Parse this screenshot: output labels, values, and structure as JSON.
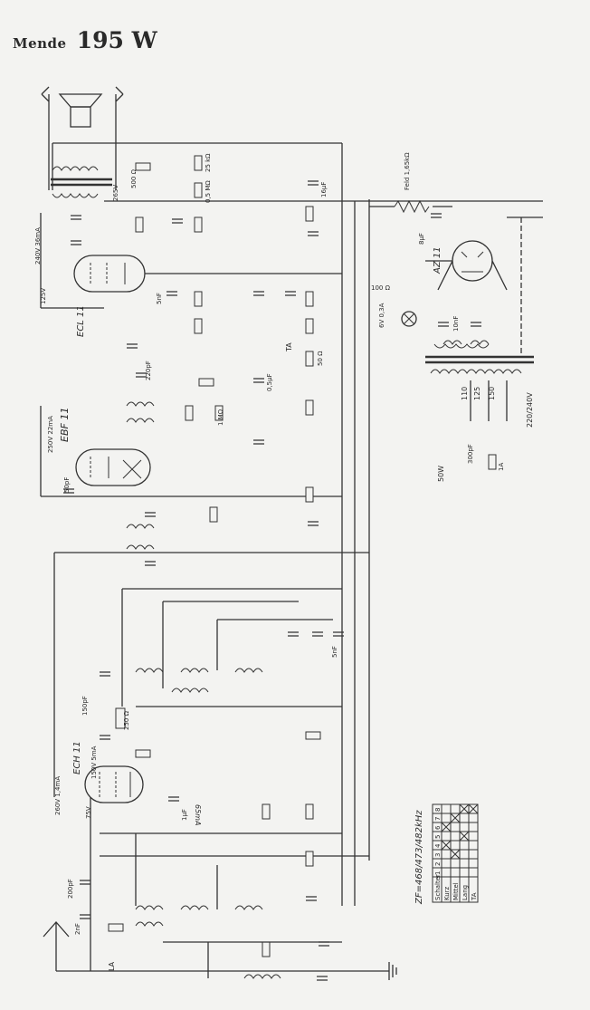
{
  "header": {
    "brand": "Mende",
    "model": "195 W"
  },
  "tubes": {
    "ecl11": "ECL 11",
    "ebf11": "EBF 11",
    "ech11": "ECH 11",
    "az11": "AZ 11"
  },
  "labels": {
    "v240": "240V 36mA",
    "v250": "250V 22mA",
    "v125": "125V",
    "v265": "265V",
    "v260": "260V 1,4mA",
    "v150": "150V 5mA",
    "v75": "75V",
    "r500": "500 Ω",
    "r25k": "25 kΩ",
    "r05m": "0,5 MΩ",
    "r1m": "1 MΩ",
    "r50": "50 Ω",
    "r100": "100 Ω",
    "r250": "250 Ω",
    "c5nf": "5nF",
    "c10nf": "10nF",
    "c50pf": "50pF",
    "c220pf": "220pF",
    "c05uf": "0,5µF",
    "c8uf": "8µF",
    "c16uf": "16µF",
    "c1uf": "1µF",
    "c200pf": "200pF",
    "c2nf": "2nF",
    "c150pf": "150pF",
    "c5nf2": "5nF",
    "ma": "65mA",
    "field": "Feld 1,65kΩ",
    "pl": "6V 0,3A",
    "mains": "220/240V",
    "v110": "110",
    "v125t": "125",
    "v150t": "150",
    "lamp": "50W",
    "fuse": "1A",
    "ta": "TA",
    "la": "LA",
    "c300pf": "300pF"
  },
  "zf": "ZF=468/473/482kHz",
  "switch_table": {
    "header": [
      "Schalter",
      "1",
      "2",
      "3",
      "4",
      "5",
      "6",
      "7",
      "8"
    ],
    "rows": [
      {
        "label": "Kurz",
        "marks": [
          false,
          false,
          false,
          true,
          false,
          true,
          false,
          false
        ]
      },
      {
        "label": "Mittel",
        "marks": [
          false,
          false,
          true,
          false,
          false,
          false,
          true,
          false
        ]
      },
      {
        "label": "Lang",
        "marks": [
          false,
          false,
          false,
          false,
          true,
          false,
          false,
          true
        ]
      },
      {
        "label": "TA",
        "marks": [
          false,
          false,
          false,
          false,
          false,
          false,
          false,
          true
        ]
      }
    ]
  }
}
